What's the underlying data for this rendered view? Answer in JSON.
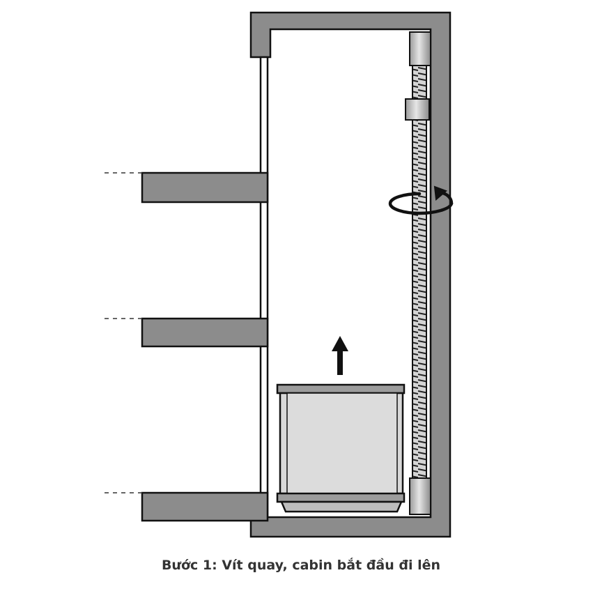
{
  "caption": "Bước 1: Vít quay, cabin bắt đầu đi lên",
  "colors": {
    "wall": "#8c8c8c",
    "outline": "#111111",
    "cabin": "#d9d9d9",
    "background": "#ffffff"
  },
  "diagram": {
    "floors": 3,
    "screw": "rotating",
    "cabin_direction": "up"
  }
}
